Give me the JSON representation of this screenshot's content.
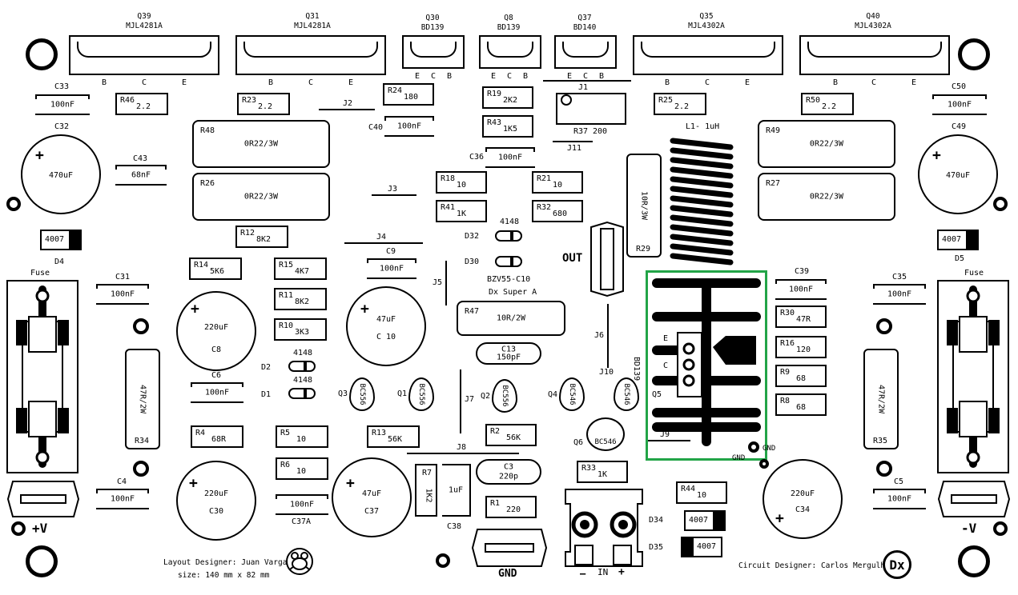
{
  "headers": {
    "q39": {
      "ref": "Q39",
      "part": "MJL4281A"
    },
    "q31": {
      "ref": "Q31",
      "part": "MJL4281A"
    },
    "q30": {
      "ref": "Q30",
      "part": "BD139"
    },
    "q8": {
      "ref": "Q8",
      "part": "BD139"
    },
    "q37": {
      "ref": "Q37",
      "part": "BD140"
    },
    "q35": {
      "ref": "Q35",
      "part": "MJL4302A"
    },
    "q40": {
      "ref": "Q40",
      "part": "MJL4302A"
    }
  },
  "pins_bce": [
    "B",
    "C",
    "E"
  ],
  "pins_ecb": [
    "E",
    "C",
    "B"
  ],
  "resistors": {
    "r46": {
      "ref": "R46",
      "val": "2.2"
    },
    "r23": {
      "ref": "R23",
      "val": "2.2"
    },
    "r24": {
      "ref": "R24",
      "val": "180"
    },
    "r19": {
      "ref": "R19",
      "val": "2K2"
    },
    "r43": {
      "ref": "R43",
      "val": "1K5"
    },
    "r25": {
      "ref": "R25",
      "val": "2.2"
    },
    "r50": {
      "ref": "R50",
      "val": "2.2"
    },
    "r18": {
      "ref": "R18",
      "val": "10"
    },
    "r21": {
      "ref": "R21",
      "val": "10"
    },
    "r41": {
      "ref": "R41",
      "val": "1K"
    },
    "r32": {
      "ref": "R32",
      "val": "680"
    },
    "r12": {
      "ref": "R12",
      "val": "8K2"
    },
    "r14": {
      "ref": "R14",
      "val": "5K6"
    },
    "r15": {
      "ref": "R15",
      "val": "4K7"
    },
    "r11": {
      "ref": "R11",
      "val": "8K2"
    },
    "r10": {
      "ref": "R10",
      "val": "3K3"
    },
    "r30": {
      "ref": "R30",
      "val": "47R"
    },
    "r16": {
      "ref": "R16",
      "val": "120"
    },
    "r9": {
      "ref": "R9",
      "val": "68"
    },
    "r8": {
      "ref": "R8",
      "val": "68"
    },
    "r4": {
      "ref": "R4",
      "val": "68R"
    },
    "r5": {
      "ref": "R5",
      "val": "10"
    },
    "r6": {
      "ref": "R6",
      "val": "10"
    },
    "r13": {
      "ref": "R13",
      "val": "56K"
    },
    "r2": {
      "ref": "R2",
      "val": "56K"
    },
    "r1": {
      "ref": "R1",
      "val": "220"
    },
    "r33": {
      "ref": "R33",
      "val": "1K"
    },
    "r44": {
      "ref": "R44",
      "val": "10"
    },
    "r7": {
      "ref": "R7",
      "val": "1K2"
    }
  },
  "big_resistors": {
    "r48": {
      "ref": "R48",
      "val": "0R22/3W"
    },
    "r26": {
      "ref": "R26",
      "val": "0R22/3W"
    },
    "r49": {
      "ref": "R49",
      "val": "0R22/3W"
    },
    "r27": {
      "ref": "R27",
      "val": "0R22/3W"
    },
    "r47": {
      "ref": "R47",
      "val": "10R/2W"
    },
    "r29": {
      "ref": "R29",
      "val": "10R/3W"
    },
    "r34": {
      "ref": "R34",
      "val": "47R/2W"
    },
    "r35": {
      "ref": "R35",
      "val": "47R/2W"
    }
  },
  "caps": {
    "c33": {
      "ref": "C33",
      "val": "100nF"
    },
    "c43": {
      "ref": "C43",
      "val": "68nF"
    },
    "c40": {
      "ref": "C40",
      "val": "100nF"
    },
    "c36": {
      "ref": "C36",
      "val": "100nF"
    },
    "c50": {
      "ref": "C50",
      "val": "100nF"
    },
    "c9": {
      "ref": "C9",
      "val": "100nF"
    },
    "c31": {
      "ref": "C31",
      "val": "100nF"
    },
    "c6": {
      "ref": "C6",
      "val": "100nF"
    },
    "c39": {
      "ref": "C39",
      "val": "100nF"
    },
    "c35": {
      "ref": "C35",
      "val": "100nF"
    },
    "c4": {
      "ref": "C4",
      "val": "100nF"
    },
    "c5": {
      "ref": "C5",
      "val": "100nF"
    },
    "c37a": {
      "ref": "C37A",
      "val": "100nF"
    },
    "c13": {
      "ref": "C13",
      "val": "150pF"
    },
    "c3": {
      "ref": "C3",
      "val": "220p"
    },
    "c38": {
      "ref": "C38",
      "val": "1uF"
    }
  },
  "electrolytics": {
    "c32": {
      "ref": "C32",
      "val": "470uF"
    },
    "c49": {
      "ref": "C49",
      "val": "470uF"
    },
    "c8": {
      "ref": "C8",
      "val": "220uF"
    },
    "c10": {
      "ref": "C 10",
      "val": "47uF"
    },
    "c30": {
      "ref": "C30",
      "val": "220uF"
    },
    "c37": {
      "ref": "C37",
      "val": "47uF"
    },
    "c34": {
      "ref": "C34",
      "val": "220uF"
    }
  },
  "diodes": {
    "d4": {
      "ref": "D4",
      "val": "4007"
    },
    "d5": {
      "ref": "D5",
      "val": "4007"
    },
    "d34": {
      "ref": "D34",
      "val": "4007"
    },
    "d35": {
      "ref": "D35",
      "val": "4007"
    },
    "d32": {
      "ref": "D32",
      "val": "4148"
    },
    "d30": {
      "ref": "D30",
      "val": "BZV55-C10"
    },
    "d2": {
      "ref": "D2",
      "val": "4148"
    },
    "d1": {
      "ref": "D1",
      "val": "4148"
    }
  },
  "transistors": {
    "q3": {
      "ref": "Q3",
      "part": "BC556"
    },
    "q1": {
      "ref": "Q1",
      "part": "BC556"
    },
    "q2": {
      "ref": "Q2",
      "part": "BC556"
    },
    "q4": {
      "ref": "Q4",
      "part": "BC546"
    },
    "q5": {
      "ref": "Q5",
      "part": "BC546"
    },
    "q6": {
      "ref": "Q6",
      "part": "BC546"
    },
    "q_bias": {
      "part": "BD139"
    }
  },
  "jumpers": {
    "j1": "J1",
    "j2": "J2",
    "j3": "J3",
    "j4": "J4",
    "j5": "J5",
    "j6": "J6",
    "j7": "J7",
    "j8": "J8",
    "j9": "J9",
    "j10": "J10",
    "j11": "J11"
  },
  "pot": {
    "ref": "R37",
    "val": "200"
  },
  "inductor": "L1- 1uH",
  "fuse": "Fuse",
  "labels": {
    "out": "OUT",
    "dx_super": "Dx Super A",
    "gnd": "GND",
    "gnd_small": "GND",
    "gnd_small2": "GND",
    "plus_v": "+V",
    "minus_v": "-V",
    "in": "IN",
    "in_minus": "–",
    "in_plus": "+",
    "designer": "Layout Designer:  Juan Vargas",
    "size": "size: 140 mm x 82 mm",
    "circuit": "Circuit Designer:  Carlos Mergulhão",
    "logo": "Dx",
    "e": "E",
    "c": "C",
    "b": "B"
  }
}
